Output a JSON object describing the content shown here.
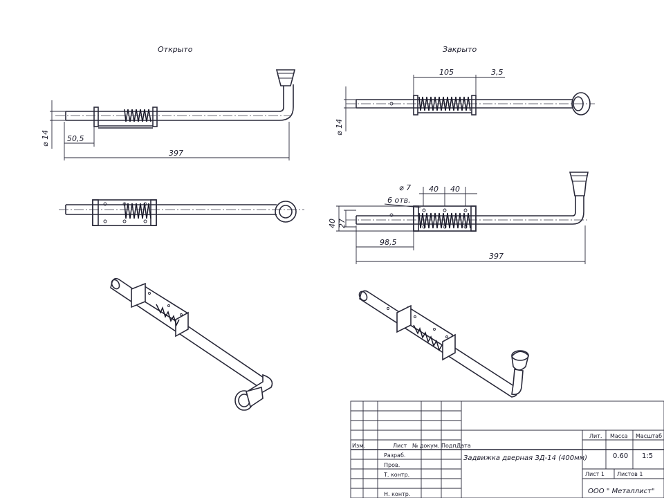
{
  "views": {
    "open_label": "Открыто",
    "closed_label": "Закрыто"
  },
  "dimensions": {
    "diam_14_a": "⌀ 14",
    "d_50_5": "50,5",
    "d_397_a": "397",
    "d_105": "105",
    "d_3_5": "3,5",
    "diam_14_b": "⌀ 14",
    "diam_7": "⌀ 7",
    "holes": "6 отв.",
    "d_40_a": "40",
    "d_40_b": "40",
    "d_40_c": "40",
    "d_27": "27",
    "d_98_5": "98,5",
    "d_397_b": "397"
  },
  "title_block": {
    "col_izm": "Изм.",
    "col_list": "Лист",
    "col_ndokum": "№ докум.",
    "col_podp": "Подп.",
    "col_data": "Дата",
    "row_razrab": "Разраб.",
    "row_prov": "Пров.",
    "row_tkontr": "Т. контр.",
    "row_nkontr": "Н. контр.",
    "title": "Задвижка дверная ЗД-14 (400мм)",
    "lit_label": "Лит.",
    "mass_label": "Масса",
    "scale_label": "Масштаб",
    "mass_value": "0.60",
    "scale_value": "1:5",
    "sheet": "Лист 1",
    "sheets": "Листов 1",
    "org": "ООО \" Металлист\""
  }
}
